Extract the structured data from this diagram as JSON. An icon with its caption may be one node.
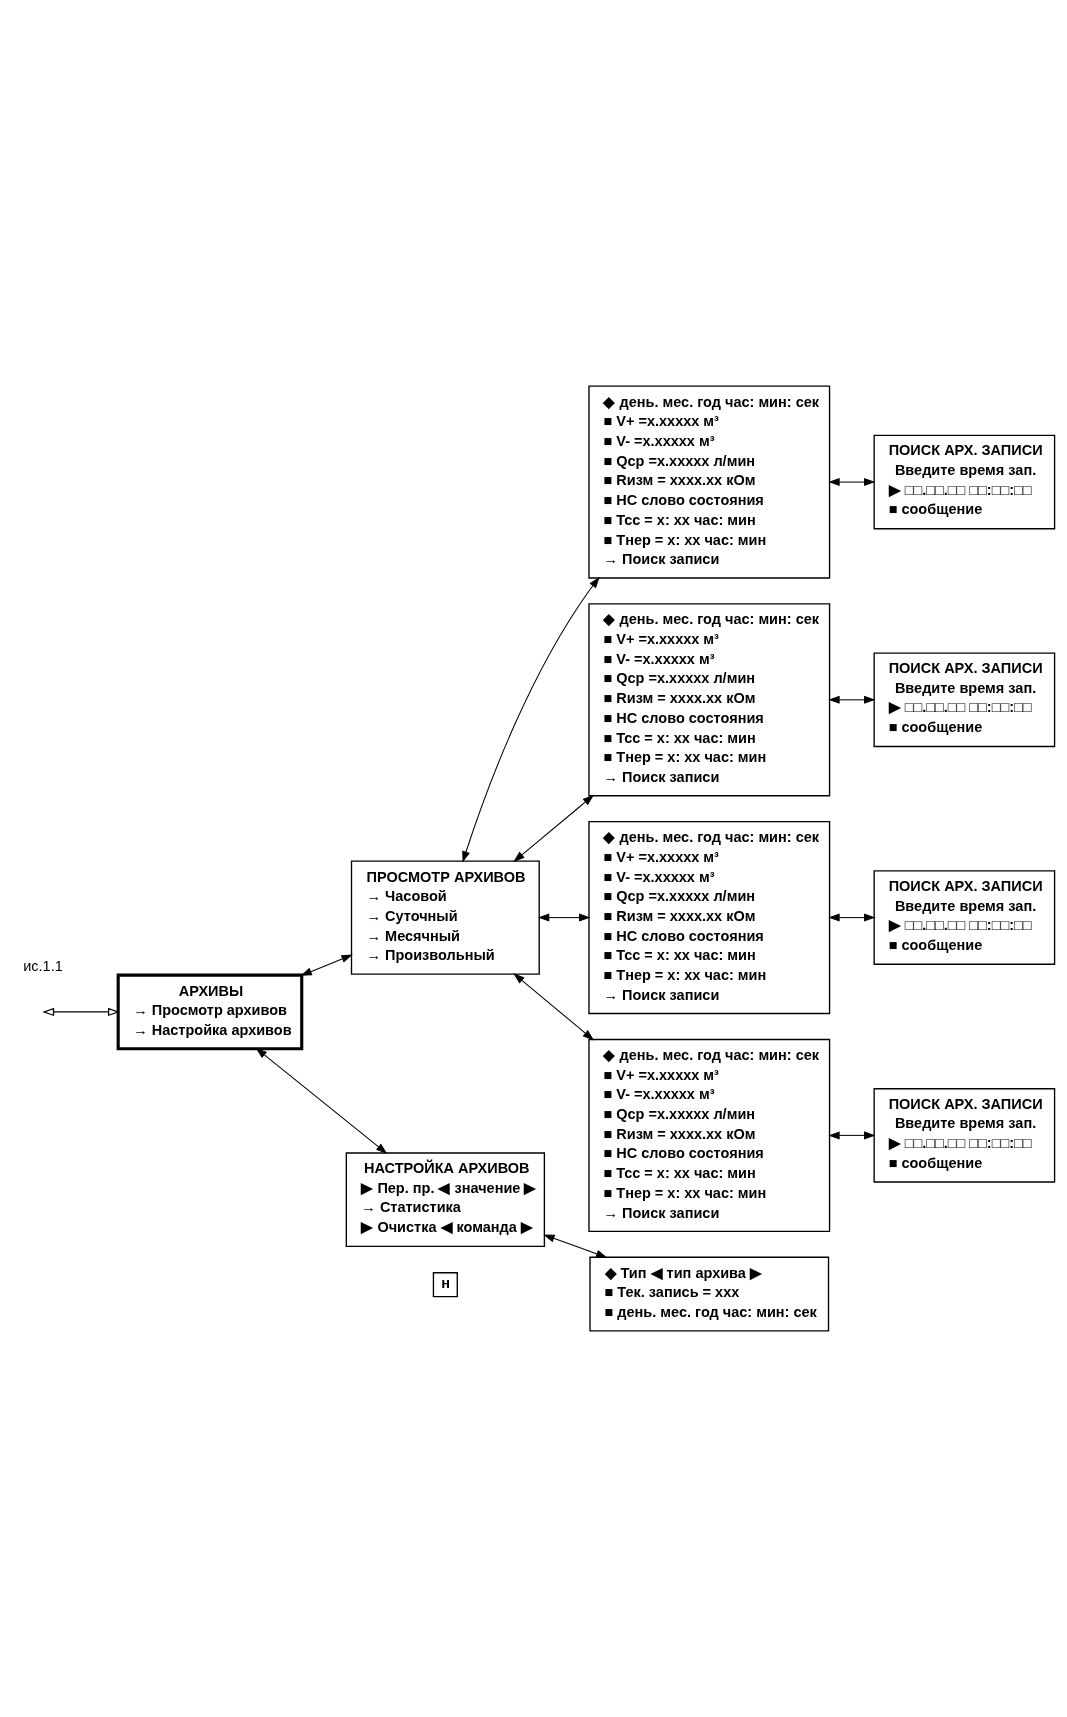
{
  "diagram": {
    "nodes": [
      {
        "text": [
          "АРХИВЫ",
          "→ Просмотр архивов",
          "→ Настройка архивов"
        ]
      },
      {
        "text": [
          "ПРОСМОТР АРХИВОВ",
          "→ Часовой",
          "→ Суточный",
          "→ Месячный",
          "→ Произвольный"
        ]
      },
      {
        "text": [
          "НАСТРОЙКА АРХИВОВ",
          "▶ Пер. пр. ◀ значение ▶",
          "→ Статистика",
          "▶ Очистка ◀ команда ▶"
        ]
      },
      {
        "text": [
          "н"
        ]
      },
      {
        "text": [
          "◆ Тип ◀ тип архива ▶",
          "■ Тек. запись = xxx",
          "■ день. мес. год час: мин: сек"
        ]
      },
      {
        "text": [
          "◆ день. мес. год час: мин: сек",
          "■ V+ =x.xxxxx м³",
          "■ V- =x.xxxxx м³",
          "■ Qср =x.xxxxx л/мин",
          "■ Rизм = xxxx.xx кОм",
          "■ НС слово состояния",
          "■ Тсс = x: xx час: мин",
          "■ Тнер = x: xx час: мин",
          "→ Поиск записи"
        ]
      },
      {
        "text": [
          "ПОИСК АРХ. ЗАПИСИ",
          "Введите время зап.",
          "▶ □□.□□.□□ □□:□□:□□",
          "■ сообщение"
        ]
      },
      {
        "text": [
          "◆ день. мес. год час: мин: сек",
          "■ V+ =x.xxxxx м³",
          "■ V- =x.xxxxx м³",
          "■ Qср =x.xxxxx л/мин",
          "■ Rизм = xxxx.xx кОм",
          "■ НС слово состояния",
          "■ Тсс = x: xx час: мин",
          "■ Тнер = x: xx час: мин",
          "→ Поиск записи"
        ]
      },
      {
        "text": [
          "ПОИСК АРХ. ЗАПИСИ",
          "Введите время зап.",
          "▶ □□.□□.□□ □□:□□:□□",
          "■ сообщение"
        ]
      },
      {
        "text": [
          "◆ день. мес. год час: мин: сек",
          "■ V+ =x.xxxxx м³",
          "■ V- =x.xxxxx м³",
          "■ Qср =x.xxxxx л/мин",
          "■ Rизм = xxxx.xx кОм",
          "■ НС слово состояния",
          "■ Тсс = x: xx час: мин",
          "■ Тнер = x: xx час: мин",
          "→ Поиск записи"
        ]
      },
      {
        "text": [
          "ПОИСК АРХ. ЗАПИСИ",
          "Введите время зап.",
          "▶ □□.□□.□□ □□:□□:□□",
          "■ сообщение"
        ]
      },
      {
        "text": [
          "◆ день. мес. год час: мин: сек",
          "■ V+ =x.xxxxx м³",
          "■ V- =x.xxxxx м³",
          "■ Qср =x.xxxxx л/мин",
          "■ Rизм = xxxx.xx кОм",
          "■ НС слово состояния",
          "■ Тсс = x: xx час: мин",
          "■ Тнер = x: xx час: мин",
          "→ Поиск записи"
        ]
      },
      {
        "text": [
          "ПОИСК АРХ. ЗАПИСИ",
          "Введите время зап.",
          "▶ □□.□□.□□ □□:□□:□□",
          "■ сообщение"
        ]
      }
    ],
    "edges": [
      {
        "from": null,
        "to": 0,
        "arrow": "both"
      },
      {
        "from": 0,
        "to": 1,
        "arrow": "both"
      },
      {
        "from": 0,
        "to": 2,
        "arrow": "both"
      },
      {
        "from": 1,
        "to": 5,
        "arrow": "both"
      },
      {
        "from": 1,
        "to": 7,
        "arrow": "both"
      },
      {
        "from": 1,
        "to": 11,
        "arrow": "both"
      },
      {
        "from": 1,
        "to": 9,
        "arrow": "both"
      },
      {
        "from": 2,
        "to": 4,
        "arrow": "both"
      },
      {
        "from": 5,
        "to": 6,
        "arrow": "both"
      },
      {
        "from": 7,
        "to": 8,
        "arrow": "both"
      },
      {
        "from": 9,
        "to": 10,
        "arrow": "both"
      },
      {
        "from": 11,
        "to": 12,
        "arrow": "both"
      }
    ],
    "labels": [
      "ис.1.1"
    ]
  }
}
